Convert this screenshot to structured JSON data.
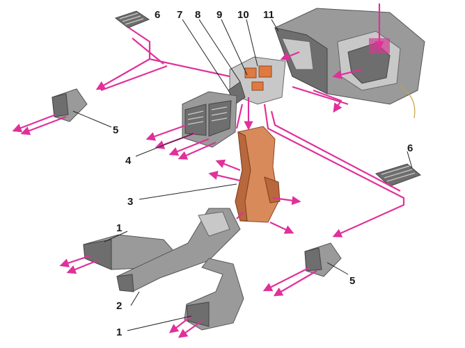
{
  "callouts": {
    "c1a": "1",
    "c1b": "1",
    "c2": "2",
    "c3": "3",
    "c4": "4",
    "c5a": "5",
    "c5b": "5",
    "c6a": "6",
    "c6b": "6",
    "c7": "7",
    "c8": "8",
    "c9": "9",
    "c10": "10",
    "c11": "11"
  },
  "colors": {
    "airflow": "#e0309a",
    "ducts_grey": "#9a9a9a",
    "central_duct_orange": "#d98a5a"
  }
}
